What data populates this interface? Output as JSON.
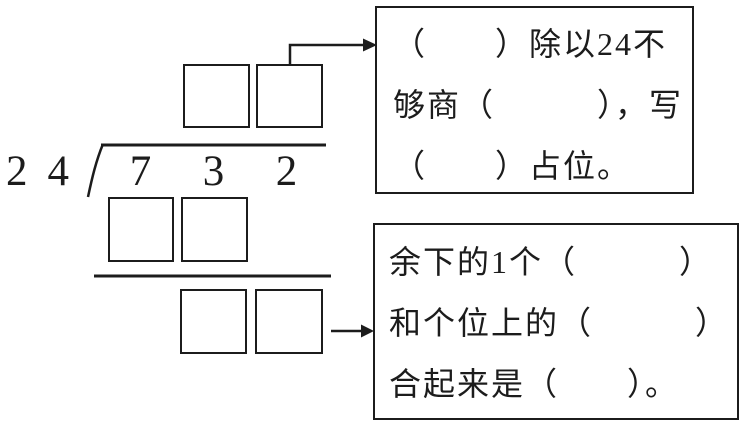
{
  "division": {
    "divisor": "24",
    "divisor_digits": [
      "2",
      "4"
    ],
    "dividend": "732",
    "dividend_digits": [
      "7",
      "3",
      "2"
    ]
  },
  "callout_top": {
    "lines": [
      "（　　）除以24不",
      "够商（　　　），写",
      "（　　）占位。"
    ]
  },
  "callout_bottom": {
    "lines": [
      "余下的1个（　　　）",
      "和个位上的（　　　）",
      "合起来是（　　）。"
    ]
  },
  "colors": {
    "ink": "#1c1c1c",
    "background": "#ffffff"
  }
}
